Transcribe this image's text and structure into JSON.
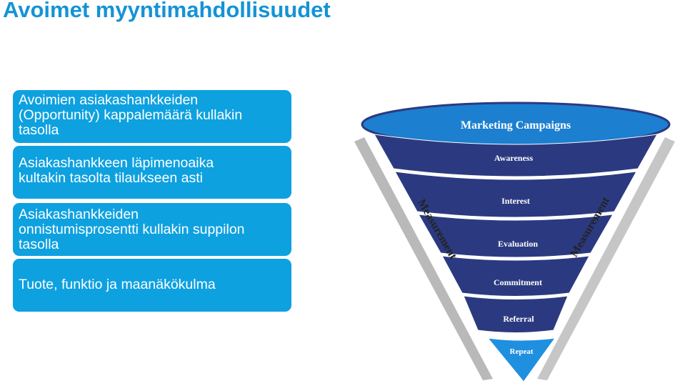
{
  "slide": {
    "title": "Avoimet myyntimahdollisuudet",
    "items": [
      {
        "text": "Avoimien asiakashankkeiden\n(Opportunity) kappalemäärä kullakin\ntasolla"
      },
      {
        "text": "Asiakashankkeen läpimenoaika\nkultakin tasolta tilaukseen asti"
      },
      {
        "text": "Asiakashankkeiden\nonnistumisprosentti kullakin suppilon\ntasolla"
      },
      {
        "text": "Tuote, funktio ja maanäkökulma"
      }
    ]
  },
  "funnel": {
    "top_label": "Marketing Campaigns",
    "stages": [
      "Awareness",
      "Interest",
      "Evaluation",
      "Commitment",
      "Referral"
    ],
    "tip_label": "Repeat",
    "side_label_left": "Measurement",
    "side_label_right": "Measurement",
    "colors": {
      "top_ellipse": "#1c7fd0",
      "stages": "#2b3a80",
      "tip": "#1f8fe0",
      "side_bands": "#b9b9b9"
    }
  }
}
